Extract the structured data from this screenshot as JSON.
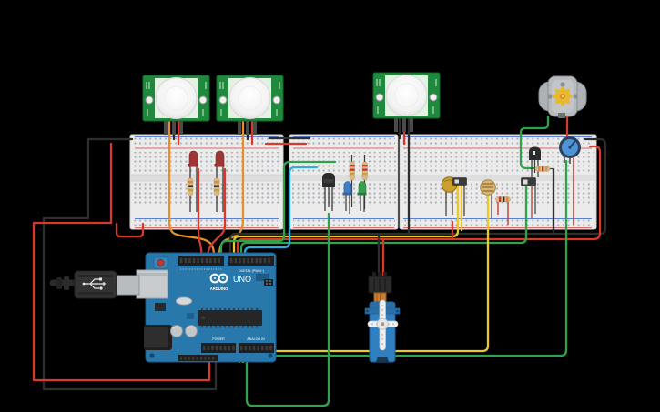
{
  "canvas": {
    "background_color": "#000000"
  },
  "arduino_board": {
    "brand": "ARDUINO",
    "model": "UNO",
    "digital_header_label": "DIGITAL (PWM~)",
    "power_header_label": "POWER",
    "analog_header_label": "ANALOG IN",
    "board_color": "#2878ab"
  },
  "components": {
    "pir_sensors": [
      {
        "name": "PIR motion sensor 1"
      },
      {
        "name": "PIR motion sensor 2"
      },
      {
        "name": "PIR motion sensor 3"
      }
    ],
    "dc_motor": {
      "name": "DC motor",
      "gear_color": "#e9b82e",
      "body_color": "#aeb2b6"
    },
    "potentiometer": {
      "name": "Potentiometer",
      "knob_color": "#4e94d4",
      "ring_color": "#27415e"
    },
    "micro_servo": {
      "name": "Micro servo",
      "body_color": "#2f7fc1"
    },
    "usb_cable": {
      "name": "USB cable to computer"
    },
    "breadboards": [
      {
        "name": "Small breadboard"
      },
      {
        "name": "Breadboard left"
      },
      {
        "name": "Breadboard right"
      }
    ],
    "leds": [
      {
        "color": "red"
      },
      {
        "color": "red"
      },
      {
        "color": "blue"
      },
      {
        "color": "green"
      }
    ],
    "resistors": {
      "count": 7,
      "body_color": "#d9b98c"
    },
    "transistors": {
      "count": 2
    },
    "photoresistor": {
      "name": "Photoresistor (LDR)"
    },
    "capacitor": {
      "name": "Disc capacitor"
    },
    "slide_switches": {
      "count": 2
    }
  },
  "wire_colors": {
    "red": "#d63a2f",
    "black": "#2e2e2e",
    "green": "#31a24c",
    "yellow": "#e7c92c",
    "orange": "#e2902b",
    "cyan": "#35aadc"
  }
}
